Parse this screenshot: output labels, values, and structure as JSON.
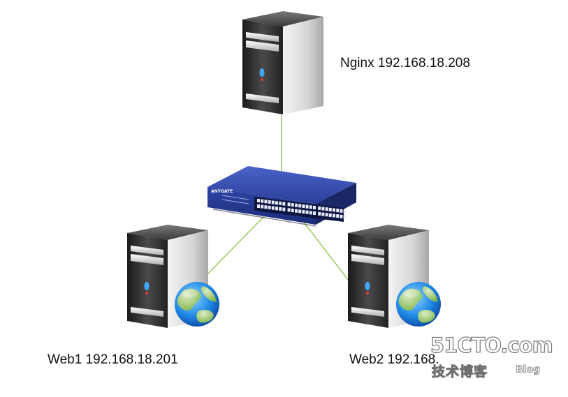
{
  "nodes": {
    "nginx": {
      "name": "Nginx",
      "ip": "192.168.18.208",
      "label": "Nginx  192.168.18.208"
    },
    "web1": {
      "name": "Web1",
      "ip": "192.168.18.201",
      "label": "Web1 192.168.18.201"
    },
    "web2": {
      "name": "Web2",
      "ip": "192.168.",
      "label": "Web2 192.168."
    },
    "switch": {
      "brand_text": "ANYGATE"
    }
  },
  "watermark": {
    "main": "51CTO.com",
    "sub": "技术博客",
    "blog": "Blog"
  },
  "colors": {
    "link_line": "#9ccc65",
    "switch_body": "#2a3f9e",
    "server_body": "#2e2e2e",
    "globe_water": "#1e88e5",
    "globe_land": "#8bc34a"
  },
  "icons": {
    "server": "server-tower-icon",
    "switch": "network-switch-icon",
    "web": "globe-icon"
  }
}
